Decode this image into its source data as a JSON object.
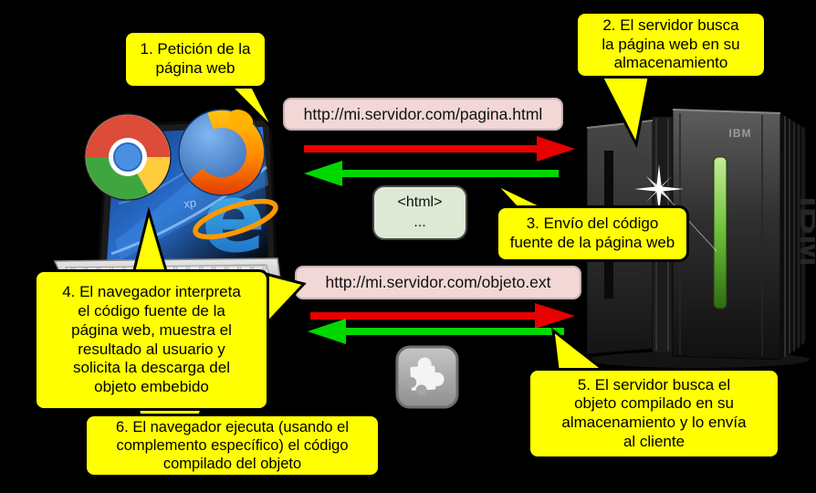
{
  "steps": {
    "step1": "1. Petición de la\npágina web",
    "step2": "2. El servidor busca\nla página web en su\nalmacenamiento",
    "step3": "3. Envío del código\nfuente de la página web",
    "step4": "4. El navegador interpreta\nel código fuente de la\npágina web, muestra el\nresultado al usuario y\nsolicita la descarga del\nobjeto embebido",
    "step5": "5. El servidor busca el\nobjeto compilado en su\nalmacenamiento y lo envía\nal cliente",
    "step6": "6. El navegador ejecuta (usando el\ncomplemento específico) el código\ncompilado del objeto"
  },
  "messages": {
    "page_request_url": "http://mi.servidor.com/pagina.html",
    "object_request_url": "http://mi.servidor.com/objeto.ext",
    "html_code_line1": "<html>",
    "html_code_line2": "..."
  },
  "server": {
    "brand": "IBM"
  },
  "client": {
    "ie_glyph": "e"
  },
  "icons": {
    "browser_icons": [
      "chrome-icon",
      "firefox-icon",
      "internet-explorer-icon"
    ],
    "plugin_icon": "puzzle-piece-icon"
  },
  "colors": {
    "background": "#000000",
    "bubble_fill": "#ffff00",
    "url_box_fill": "#f2d7d7",
    "html_box_fill": "#dde9d4",
    "request_arrow": "#e80000",
    "response_arrow": "#00d800",
    "server_stripe": "#6cbf3a"
  }
}
